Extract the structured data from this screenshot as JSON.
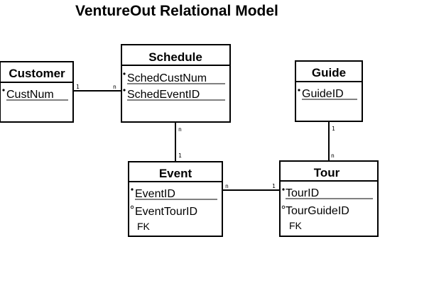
{
  "title": "VentureOut Relational Model",
  "entities": {
    "customer": {
      "name": "Customer",
      "fields": [
        {
          "label": "CustNum",
          "key": "primary"
        }
      ]
    },
    "schedule": {
      "name": "Schedule",
      "fields": [
        {
          "label": "SchedCustNum",
          "key": "primary"
        },
        {
          "label": "SchedEventID",
          "key": "primary"
        }
      ]
    },
    "guide": {
      "name": "Guide",
      "fields": [
        {
          "label": "GuideID",
          "key": "primary"
        }
      ]
    },
    "event": {
      "name": "Event",
      "fields": [
        {
          "label": "EventID",
          "key": "primary"
        },
        {
          "label": "EventTourID",
          "key": "foreign",
          "note": "FK"
        }
      ]
    },
    "tour": {
      "name": "Tour",
      "fields": [
        {
          "label": "TourID",
          "key": "primary"
        },
        {
          "label": "TourGuideID",
          "key": "foreign",
          "note": "FK"
        }
      ]
    }
  },
  "relationships": {
    "customer_schedule": {
      "one_side": "1",
      "many_side": "n"
    },
    "schedule_event": {
      "many_side": "n",
      "one_side": "1"
    },
    "guide_tour": {
      "one_side": "1",
      "many_side": "n"
    },
    "event_tour": {
      "many_side": "n",
      "one_side": "1"
    }
  },
  "colors": {
    "line": "#000000",
    "background": "#ffffff"
  }
}
